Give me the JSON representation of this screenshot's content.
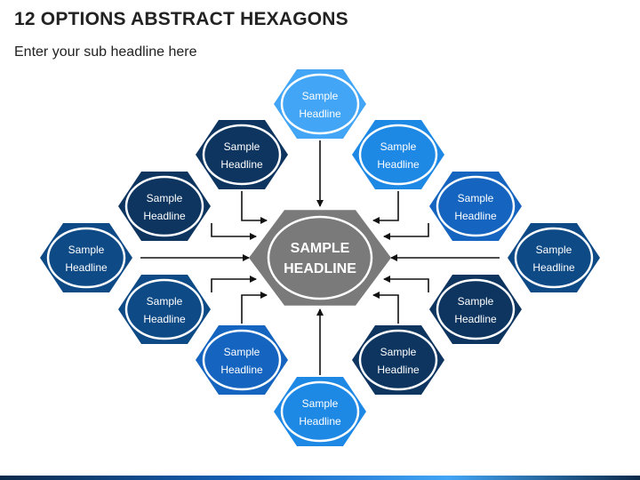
{
  "title": "12 OPTIONS ABSTRACT HEXAGONS",
  "subtitle": "Enter your sub headline here",
  "center": {
    "line1": "SAMPLE",
    "line2": "HEADLINE",
    "color": "#7a7a7a"
  },
  "colors": {
    "navy": "#0d3560",
    "dark_blue": "#0e4a86",
    "medium_blue": "#1565c0",
    "bright_blue": "#1e88e5",
    "light_blue": "#42a5f5",
    "arrow": "#111111"
  },
  "options": [
    {
      "id": "top",
      "line1": "Sample",
      "line2": "Headline",
      "color": "#42a5f5"
    },
    {
      "id": "upper-left-1",
      "line1": "Sample",
      "line2": "Headline",
      "color": "#0d3560"
    },
    {
      "id": "upper-right-1",
      "line1": "Sample",
      "line2": "Headline",
      "color": "#1e88e5"
    },
    {
      "id": "upper-left-2",
      "line1": "Sample",
      "line2": "Headline",
      "color": "#0d3560"
    },
    {
      "id": "upper-right-2",
      "line1": "Sample",
      "line2": "Headline",
      "color": "#1565c0"
    },
    {
      "id": "left",
      "line1": "Sample",
      "line2": "Headline",
      "color": "#0e4a86"
    },
    {
      "id": "right",
      "line1": "Sample",
      "line2": "Headline",
      "color": "#0e4a86"
    },
    {
      "id": "lower-left-2",
      "line1": "Sample",
      "line2": "Headline",
      "color": "#0e4a86"
    },
    {
      "id": "lower-right-2",
      "line1": "Sample",
      "line2": "Headline",
      "color": "#0d3560"
    },
    {
      "id": "lower-left-1",
      "line1": "Sample",
      "line2": "Headline",
      "color": "#1565c0"
    },
    {
      "id": "lower-right-1",
      "line1": "Sample",
      "line2": "Headline",
      "color": "#0d3560"
    },
    {
      "id": "bottom",
      "line1": "Sample",
      "line2": "Headline",
      "color": "#1e88e5"
    }
  ]
}
